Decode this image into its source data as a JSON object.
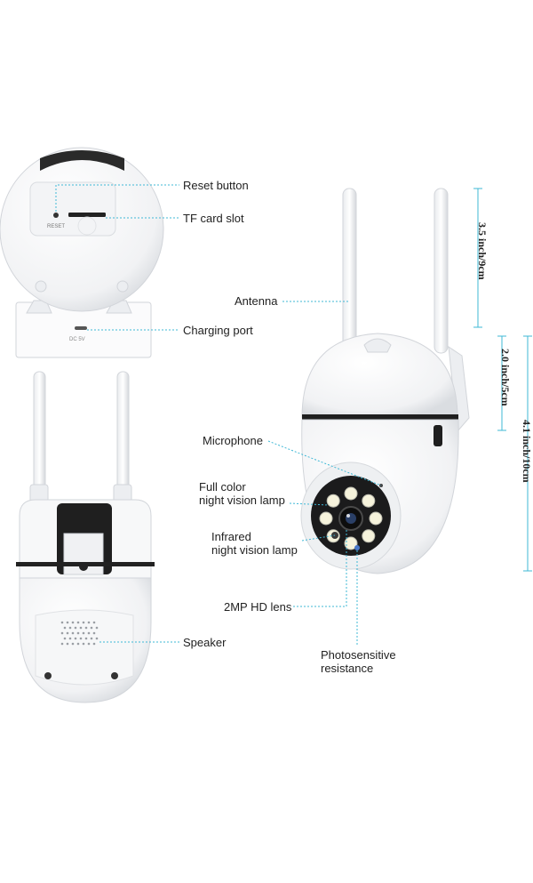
{
  "colors": {
    "leader": "#3fb8d6",
    "body": "#ffffff",
    "outline": "#cfd3d8",
    "shade": "#e6e8eb",
    "dark": "#1e1e1e",
    "lamp": "#f6f3dc"
  },
  "product_marks": {
    "reset_mark": "RESET",
    "port_mark": "DC 5V"
  },
  "callouts": {
    "reset_button": "Reset button",
    "tf_card_slot": "TF card slot",
    "charging_port": "Charging port",
    "antenna": "Antenna",
    "microphone": "Microphone",
    "full_color_line1": "Full color",
    "full_color_line2": "night vision lamp",
    "infrared_line1": "Infrared",
    "infrared_line2": "night vision lamp",
    "lens": "2MP HD lens",
    "photo_line1": "Photosensitive",
    "photo_line2": "resistance",
    "speaker": "Speaker"
  },
  "dimensions": {
    "antenna_height": "3.5 inch/9cm",
    "head_height": "2.0 inch/5cm",
    "total_height": "4.1 inch/10cm"
  }
}
